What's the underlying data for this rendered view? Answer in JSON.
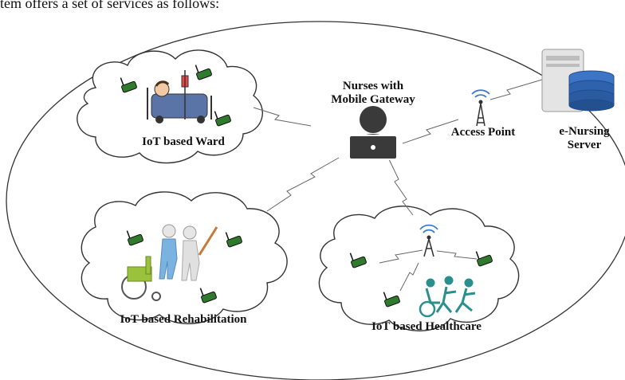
{
  "caption_fragment": "tem offers a set of services as follows:",
  "labels": {
    "nurses_line1": "Nurses with",
    "nurses_line2": "Mobile Gateway",
    "access_point": "Access Point",
    "server_line1": "e-Nursing",
    "server_line2": "Server",
    "ward": "IoT based Ward",
    "rehabilitation": "IoT based Rehabilitation",
    "healthcare": "IoT based Healthcare"
  },
  "icons": {
    "nurse": "laptop-user-icon",
    "access_point": "antenna-tower-icon",
    "server": "database-server-icon",
    "sensor": "iot-sensor-node-icon",
    "patient_bed": "hospital-bed-icon",
    "rehab": "walking-assist-icon",
    "wheelchair": "wheelchair-icon",
    "sports": "accessibility-sports-icon"
  },
  "colors": {
    "sensor": "#2f7a2c",
    "cloud_stroke": "#333333",
    "icon_dark": "#3a3a3a",
    "wheelchair": "#9ac23c",
    "sports": "#2a8f8f",
    "signal": "#3a7bd5"
  }
}
